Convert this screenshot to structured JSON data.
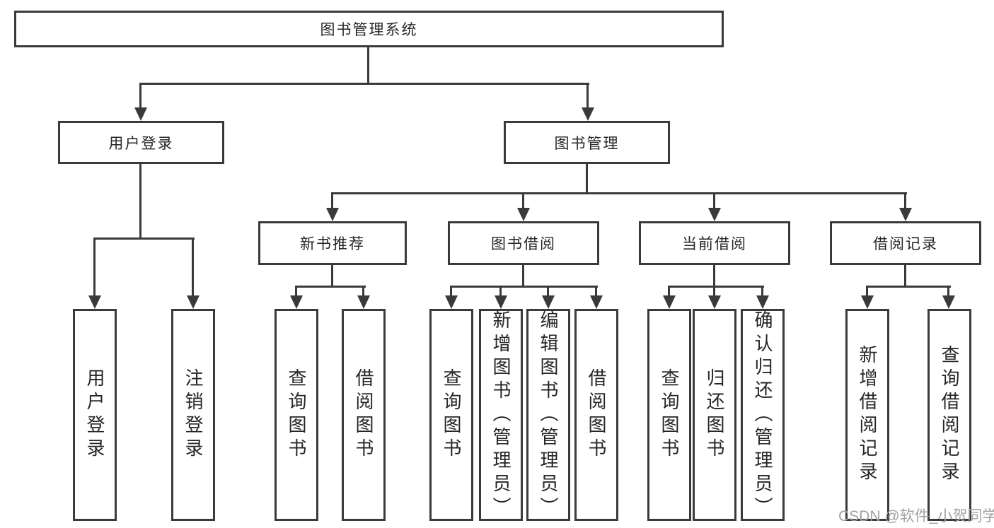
{
  "tree": {
    "root": {
      "label": "图书管理系统"
    },
    "branches": [
      {
        "label": "用户登录",
        "leaves": [
          "用户登录",
          "注销登录"
        ]
      },
      {
        "label": "图书管理",
        "groups": [
          {
            "label": "新书推荐",
            "leaves": [
              "查询图书",
              "借阅图书"
            ]
          },
          {
            "label": "图书借阅",
            "leaves": [
              "查询图书",
              "新增图书（管理员）",
              "编辑图书（管理员）",
              "借阅图书"
            ]
          },
          {
            "label": "当前借阅",
            "leaves": [
              "查询图书",
              "归还图书",
              "确认归还（管理员）"
            ]
          },
          {
            "label": "借阅记录",
            "leaves": [
              "新增借阅记录",
              "查询借阅记录"
            ]
          }
        ]
      }
    ]
  },
  "watermark": "CSDN @软件_小贺同学",
  "colors": {
    "line": "#3a3a3a",
    "text": "#262626",
    "watermark": "#a3a3a3",
    "background": "#ffffff"
  }
}
